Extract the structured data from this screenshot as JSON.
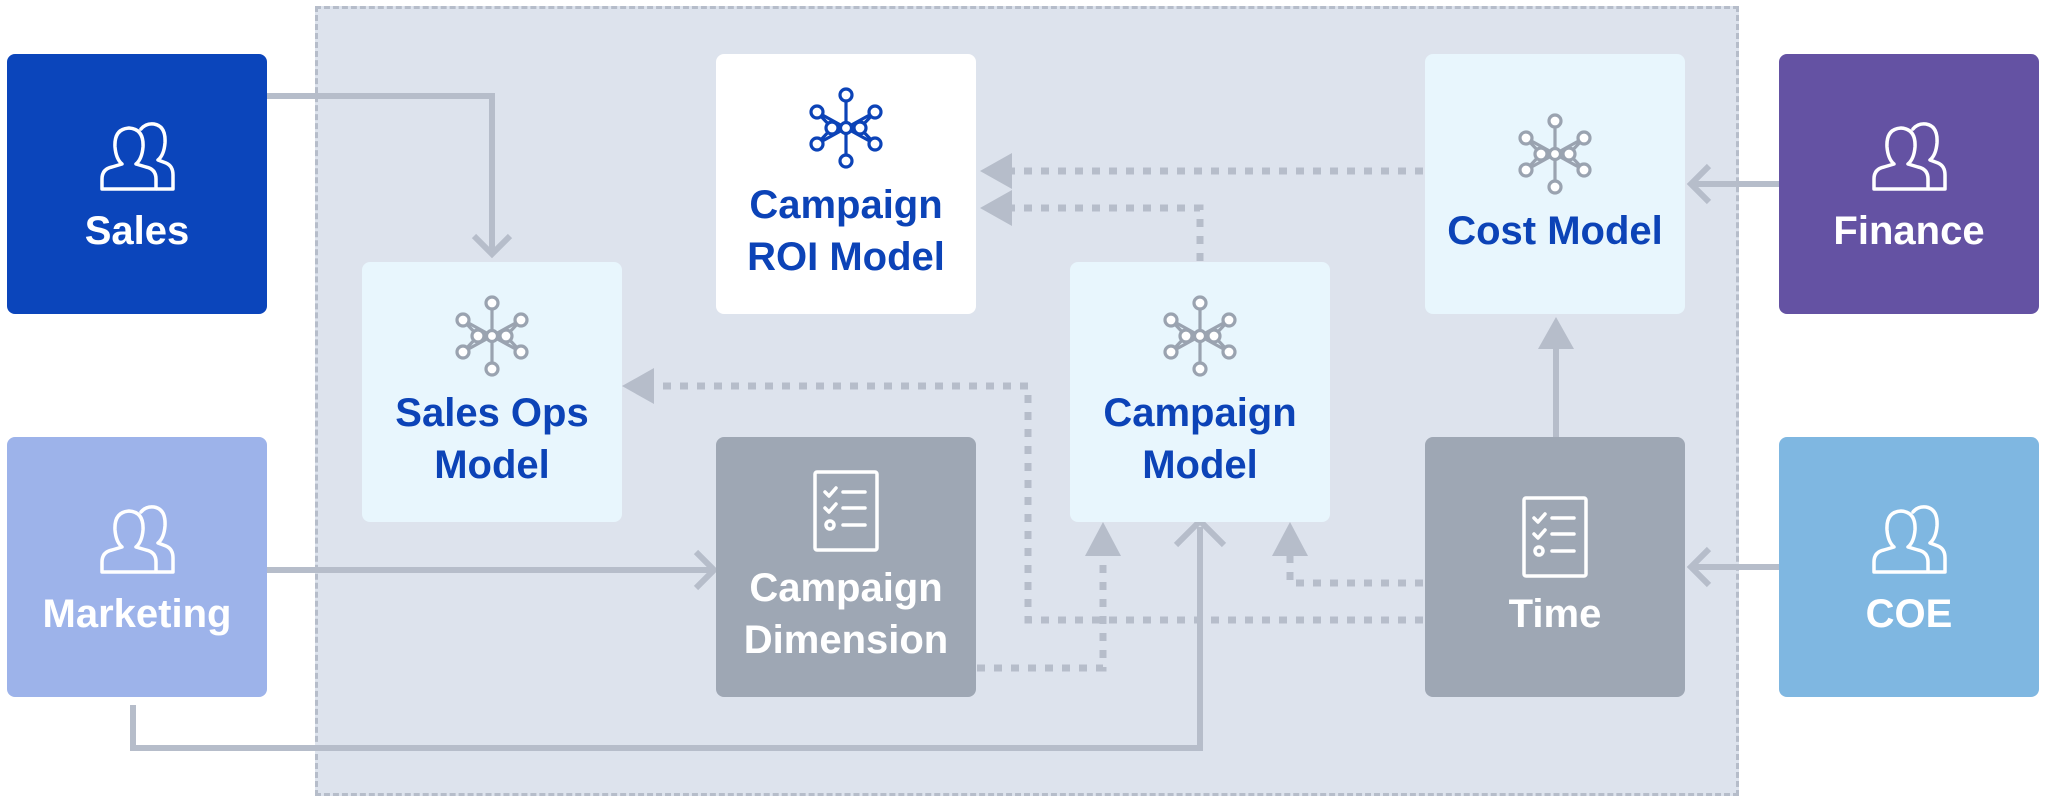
{
  "colors": {
    "sales": "#0b45bb",
    "marketing": "#9db3ea",
    "finance": "#6452a3",
    "coe": "#7fb7e1",
    "model_text": "#0c43b7",
    "dimension": "#9ea7b4",
    "connector": "#b6bdca",
    "region": "#dde3ed"
  },
  "actors": [
    {
      "id": "sales",
      "label": "Sales",
      "icon": "users-icon"
    },
    {
      "id": "marketing",
      "label": "Marketing",
      "icon": "users-icon"
    },
    {
      "id": "finance",
      "label": "Finance",
      "icon": "users-icon"
    },
    {
      "id": "coe",
      "label": "COE",
      "icon": "users-icon"
    }
  ],
  "models": [
    {
      "id": "campaign-roi-model",
      "label": "Campaign\nROI Model",
      "icon": "network-icon"
    },
    {
      "id": "sales-ops-model",
      "label": "Sales Ops\nModel",
      "icon": "network-icon"
    },
    {
      "id": "campaign-model",
      "label": "Campaign\nModel",
      "icon": "network-icon"
    },
    {
      "id": "cost-model",
      "label": "Cost Model",
      "icon": "network-icon"
    }
  ],
  "dimensions": [
    {
      "id": "campaign-dimension",
      "label": "Campaign\nDimension",
      "icon": "checklist-icon"
    },
    {
      "id": "time",
      "label": "Time",
      "icon": "checklist-icon"
    }
  ],
  "connections": [
    {
      "from": "sales",
      "to": "sales-ops-model",
      "style": "solid"
    },
    {
      "from": "marketing",
      "to": "campaign-dimension",
      "style": "solid"
    },
    {
      "from": "marketing",
      "to": "campaign-model",
      "style": "solid"
    },
    {
      "from": "finance",
      "to": "cost-model",
      "style": "solid"
    },
    {
      "from": "coe",
      "to": "time",
      "style": "solid"
    },
    {
      "from": "time",
      "to": "cost-model",
      "style": "solid"
    },
    {
      "from": "cost-model",
      "to": "campaign-roi-model",
      "style": "dotted"
    },
    {
      "from": "campaign-model",
      "to": "campaign-roi-model",
      "style": "dotted"
    },
    {
      "from": "time",
      "to": "sales-ops-model",
      "style": "dotted"
    },
    {
      "from": "time",
      "to": "campaign-model",
      "style": "dotted"
    },
    {
      "from": "campaign-dimension",
      "to": "campaign-model",
      "style": "dotted"
    }
  ]
}
